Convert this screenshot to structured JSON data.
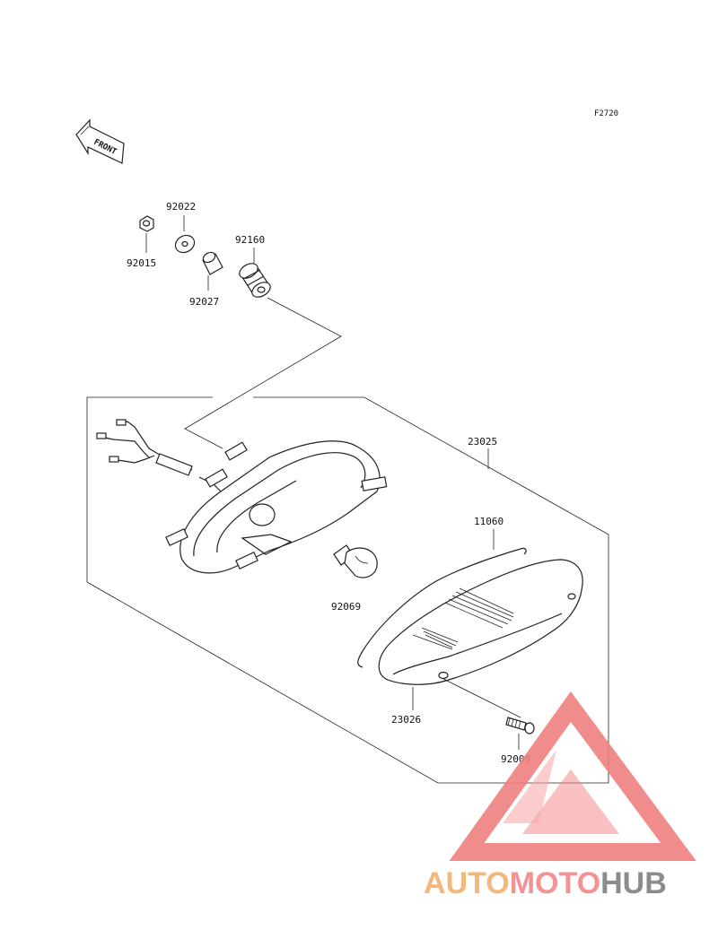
{
  "figure_code": "F2720",
  "front_label": "FRONT",
  "parts": {
    "p92022": "92022",
    "p92015": "92015",
    "p92160": "92160",
    "p92027": "92027",
    "p23025": "23025",
    "p11060": "11060",
    "p92069": "92069",
    "p23026": "23026",
    "p92009": "92009"
  },
  "watermark": {
    "part1": "AUTO",
    "part2": "MOTO",
    "part3": "HUB",
    "colors": {
      "auto": "#f5b87a",
      "moto": "#f39393",
      "hub": "#8c8c8c",
      "logo": "#f08080"
    }
  }
}
